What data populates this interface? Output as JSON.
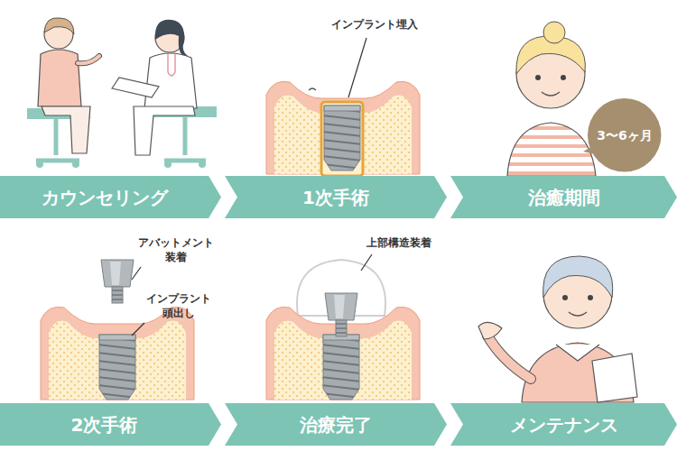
{
  "diagram": {
    "nodes": [
      {
        "text": [
          "カウンセリング"
        ]
      },
      {
        "text": [
          "1次手術"
        ]
      },
      {
        "text": [
          "治癒期間"
        ]
      },
      {
        "text": [
          "3〜6ヶ月"
        ]
      },
      {
        "text": [
          "2次手術"
        ]
      },
      {
        "text": [
          "治療完了"
        ]
      },
      {
        "text": [
          "メンテナンス"
        ]
      }
    ],
    "labels": [
      "インプラント埋入",
      "アバットメント 装着",
      "インプラント 頭出し",
      "上部構造装着"
    ]
  }
}
